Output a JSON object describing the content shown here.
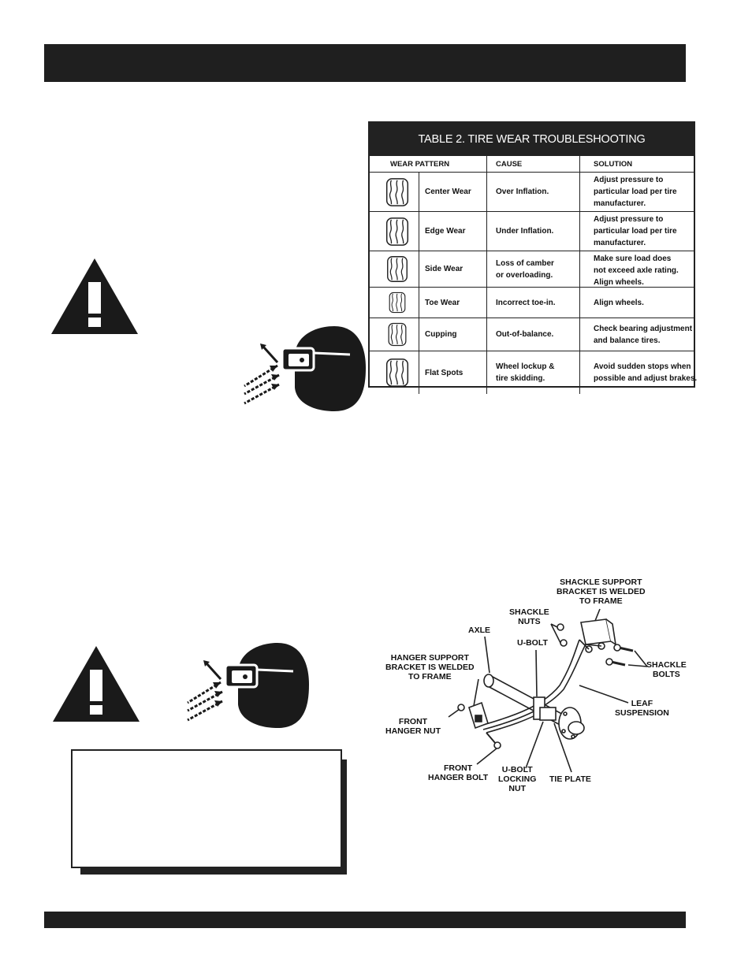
{
  "tire_table": {
    "title": "TABLE 2.  TIRE WEAR TROUBLESHOOTING",
    "headers": {
      "pattern": "WEAR PATTERN",
      "cause": "CAUSE",
      "solution": "SOLUTION"
    },
    "rows": [
      {
        "pattern": "Center Wear",
        "cause": "Over Inflation.",
        "solution": [
          "Adjust pressure to",
          "particular load per tire",
          "manufacturer."
        ]
      },
      {
        "pattern": "Edge Wear",
        "cause": "Under Inflation.",
        "solution": [
          "Adjust pressure to",
          "particular load per tire",
          "manufacturer."
        ]
      },
      {
        "pattern": "Side Wear",
        "cause": [
          "Loss of camber",
          "or overloading."
        ],
        "solution": [
          "Make sure load does",
          "not exceed axle rating.",
          "Align wheels."
        ]
      },
      {
        "pattern": "Toe Wear",
        "cause": "Incorrect toe-in.",
        "solution": "Align wheels."
      },
      {
        "pattern": "Cupping",
        "cause": "Out-of-balance.",
        "solution": [
          "Check bearing adjustment",
          "and balance tires."
        ]
      },
      {
        "pattern": "Flat Spots",
        "cause": [
          "Wheel lockup &",
          "tire skidding."
        ],
        "solution": [
          "Avoid sudden stops when",
          "possible and adjust brakes."
        ]
      }
    ]
  },
  "diagram_labels": {
    "shackle_support": [
      "SHACKLE SUPPORT",
      "BRACKET IS WELDED",
      "TO FRAME"
    ],
    "shackle_nuts": [
      "SHACKLE",
      "NUTS"
    ],
    "axle": "AXLE",
    "u_bolt": "U-BOLT",
    "hanger_support": [
      "HANGER SUPPORT",
      "BRACKET IS WELDED",
      "TO FRAME"
    ],
    "shackle_bolts": [
      "SHACKLE",
      "BOLTS"
    ],
    "leaf_suspension": [
      "LEAF",
      "SUSPENSION"
    ],
    "front_hanger_nut": [
      "FRONT",
      "HANGER NUT"
    ],
    "front_hanger_bolt": [
      "FRONT",
      "HANGER BOLT"
    ],
    "u_bolt_locking_nut": [
      "U-BOLT",
      "LOCKING",
      "NUT"
    ],
    "tie_plate": "TIE PLATE"
  },
  "icons": {
    "warning": "warning-triangle-icon",
    "goggles": "safety-goggles-icon",
    "tire": "tire-tread-icon"
  }
}
